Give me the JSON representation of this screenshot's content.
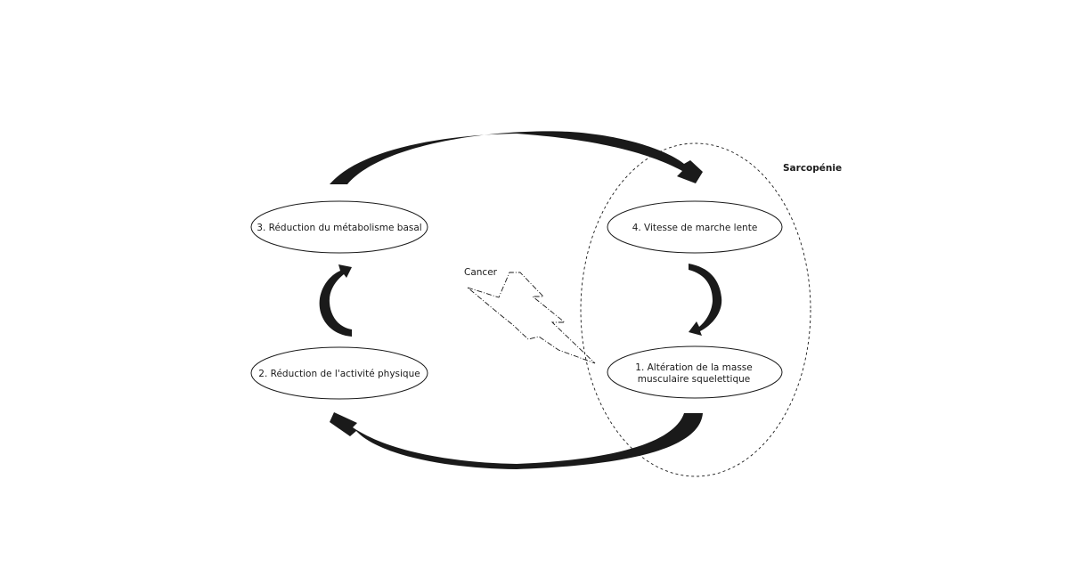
{
  "colors": {
    "stroke": "#1a1a1a",
    "arrow_fill": "#1a1a1a",
    "background": "#ffffff"
  },
  "group": {
    "label": "Sarcopénie"
  },
  "nodes": {
    "metabolism": {
      "label": "3. Réduction du métabolisme basal"
    },
    "walking": {
      "label": "4. Vitesse de marche lente"
    },
    "activity": {
      "label": "2. Réduction de l'activité physique"
    },
    "muscle": {
      "line1": "1. Altération de la masse",
      "line2": "musculaire squelettique"
    }
  },
  "factor": {
    "label": "Cancer"
  }
}
